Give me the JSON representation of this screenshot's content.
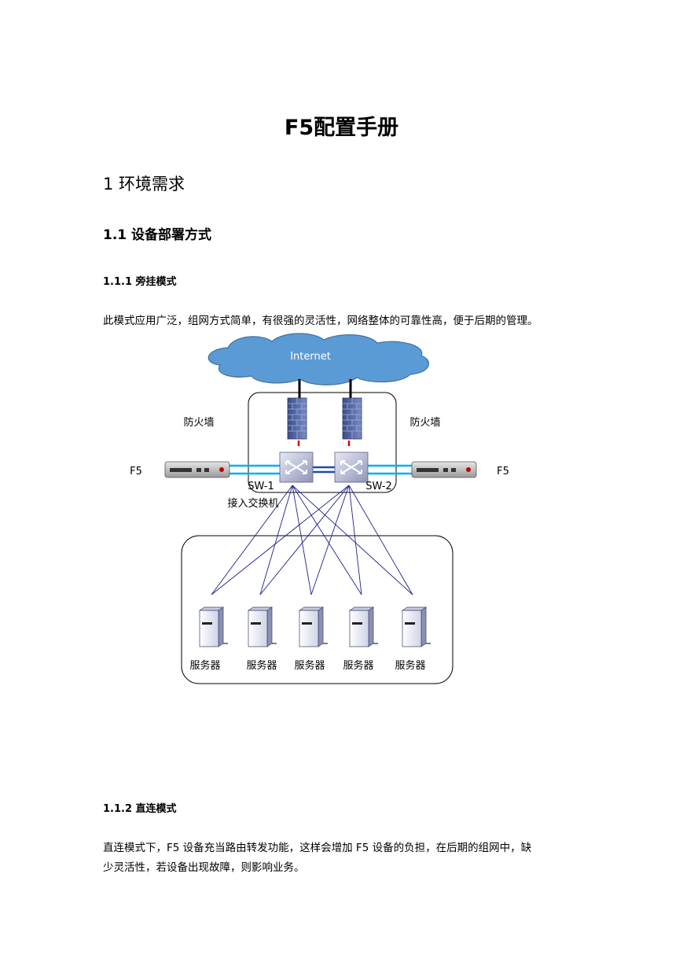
{
  "title": "F5配置手册",
  "heading1": "1  环境需求",
  "heading2": "1.1  设备部署方式",
  "section_bypass": {
    "heading": "1.1.1 旁挂模式",
    "paragraph": "此模式应用广泛，组网方式简单，有很强的灵活性，网络整体的可靠性高，便于后期的管理。"
  },
  "diagram": {
    "internet_label": "Internet",
    "firewall_left_label": "防火墙",
    "firewall_right_label": "防火墙",
    "f5_left_label": "F5",
    "f5_right_label": "F5",
    "sw1_label": "SW-1",
    "sw2_label": "SW-2",
    "access_switch_label": "接入交换机",
    "servers": [
      "服务器",
      "服务器",
      "服务器",
      "服务器",
      "服务器"
    ],
    "colors": {
      "cloud": "#5b9bd5",
      "cloud_stroke": "#41719c",
      "link": "#00b0f0",
      "trunk": "#1f4e9a",
      "server_links": "#1f1f8f",
      "firewall": "#4a5c9c"
    }
  },
  "section_direct": {
    "heading": "1.1.2  直连模式",
    "paragraph_line1": "直连模式下，F5 设备充当路由转发功能，这样会增加 F5 设备的负担，在后期的组网中，缺",
    "paragraph_line2": "少灵活性，若设备出现故障，则影响业务。"
  }
}
